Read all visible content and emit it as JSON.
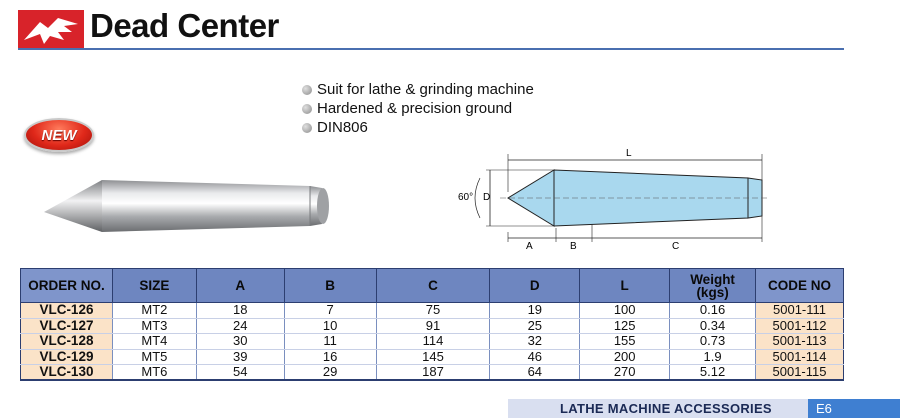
{
  "header": {
    "title": "Dead Center"
  },
  "badge": {
    "label": "NEW"
  },
  "features": [
    "Suit for lathe & grinding machine",
    "Hardened & precision ground",
    "DIN806"
  ],
  "diagram": {
    "angle_label": "60°",
    "dim_D": "D",
    "dim_L": "L",
    "dim_A": "A",
    "dim_B": "B",
    "dim_C": "C"
  },
  "table": {
    "headers": {
      "order": "ORDER NO.",
      "size": "SIZE",
      "a": "A",
      "b": "B",
      "c": "C",
      "d": "D",
      "l": "L",
      "weight_line1": "Weight",
      "weight_line2": "(kgs)",
      "code": "CODE NO"
    },
    "rows": [
      {
        "order": "VLC-126",
        "size": "MT2",
        "a": "18",
        "b": "7",
        "c": "75",
        "d": "19",
        "l": "100",
        "weight": "0.16",
        "code": "5001-111"
      },
      {
        "order": "VLC-127",
        "size": "MT3",
        "a": "24",
        "b": "10",
        "c": "91",
        "d": "25",
        "l": "125",
        "weight": "0.34",
        "code": "5001-112"
      },
      {
        "order": "VLC-128",
        "size": "MT4",
        "a": "30",
        "b": "11",
        "c": "114",
        "d": "32",
        "l": "155",
        "weight": "0.73",
        "code": "5001-113"
      },
      {
        "order": "VLC-129",
        "size": "MT5",
        "a": "39",
        "b": "16",
        "c": "145",
        "d": "46",
        "l": "200",
        "weight": "1.9",
        "code": "5001-114"
      },
      {
        "order": "VLC-130",
        "size": "MT6",
        "a": "54",
        "b": "29",
        "c": "187",
        "d": "64",
        "l": "270",
        "weight": "5.12",
        "code": "5001-115"
      }
    ]
  },
  "footer": {
    "section": "LATHE MACHINE ACCESSORIES",
    "page": "E6"
  },
  "colors": {
    "brand_red": "#d8232a",
    "header_blue": "#6e86c0",
    "code_bg": "#fbe3c8",
    "footer_blue": "#3f7fd1"
  }
}
